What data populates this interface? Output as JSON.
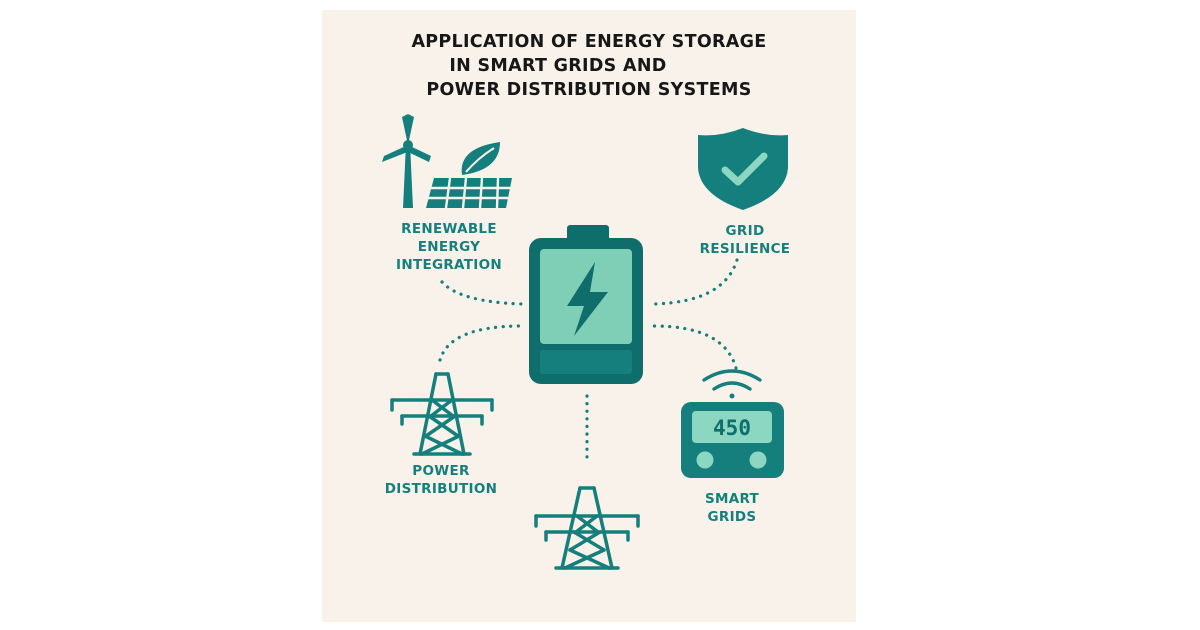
{
  "title": {
    "lines": [
      "APPLICATION OF ENERGY STORAGE",
      "IN SMART GRIDS AND",
      "POWER DISTRIBUTION SYSTEMS"
    ]
  },
  "nodes": {
    "renewable": {
      "lines": [
        "RENEWABLE",
        "ENERGY",
        "INTEGRATION"
      ]
    },
    "resilience": {
      "lines": [
        "GRID",
        "RESILIENCE"
      ]
    },
    "distribution": {
      "lines": [
        "POWER",
        "DISTRIBUTION"
      ]
    },
    "smart_grids": {
      "lines": [
        "SMART",
        "GRIDS"
      ]
    }
  },
  "meter": {
    "reading": "450"
  },
  "colors": {
    "teal": "#147f7c",
    "teal_dark": "#0f6e6b",
    "mint": "#7fcfb7",
    "mint_light": "#8cd7c1",
    "background": "#f8f2ea"
  },
  "icons": [
    "wind-turbine-icon",
    "solar-panel-icon",
    "leaf-icon",
    "shield-check-icon",
    "battery-icon",
    "lightning-bolt-icon",
    "transmission-tower-icon",
    "smart-meter-icon",
    "wifi-signal-icon"
  ]
}
